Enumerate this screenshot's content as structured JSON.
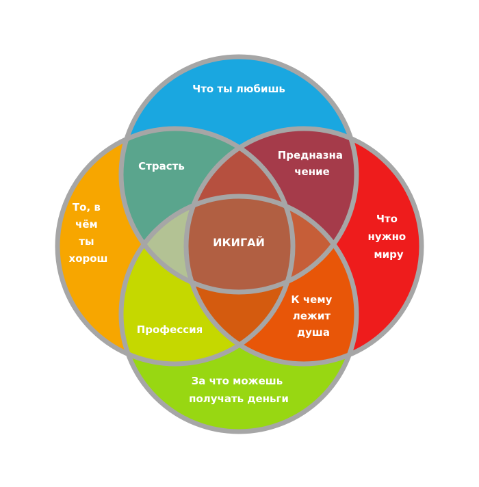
{
  "circles": {
    "love": {
      "label": [
        "Что ты любишь"
      ],
      "color": "#1aa7e0"
    },
    "good_at": {
      "label": [
        "То, в",
        "чём",
        "ты",
        "хорош"
      ],
      "color": "#f7a600"
    },
    "world_needs": {
      "label": [
        "Что",
        "нужно",
        "миру"
      ],
      "color": "#ee1c1c"
    },
    "paid_for": {
      "label": [
        "За что можешь",
        "получать деньги"
      ],
      "color": "#98d712"
    }
  },
  "overlaps": {
    "passion": {
      "label": [
        "Страсть"
      ],
      "color": "#5aa58d"
    },
    "mission": {
      "label": [
        "Предназна",
        "чение"
      ],
      "color": "#a53b4a"
    },
    "profession": {
      "label": [
        "Профессия"
      ],
      "color": "#c5d800"
    },
    "vocation": {
      "label": [
        "К чему",
        "лежит",
        "душа"
      ],
      "color": "#e85608"
    }
  },
  "inner": {
    "top": {
      "color": "#b6503f"
    },
    "left": {
      "color": "#b3c294"
    },
    "right": {
      "color": "#c65e38"
    },
    "bottom": {
      "color": "#d45b0f"
    }
  },
  "center": {
    "label": [
      "ИКИГАЙ"
    ],
    "color": "#b15f42"
  },
  "ring_color": "#a6a6a6"
}
